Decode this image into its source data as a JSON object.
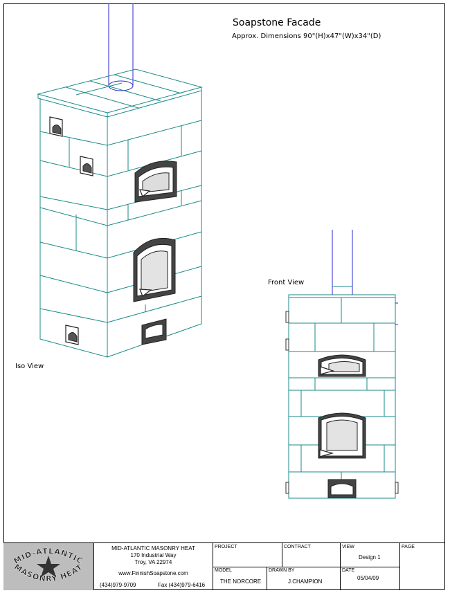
{
  "title": "Soapstone Facade",
  "dimensions": "Approx. Dimensions 90\"(H)x47\"(W)x34\"(D)",
  "views": {
    "iso": "Iso View",
    "front": "Front View"
  },
  "title_block": {
    "company": {
      "logo_text": "MID-ATLANTIC MASONRY HEAT",
      "name": "MID-ATLANTIC MASONRY HEAT",
      "street": "170 Industrial Way",
      "city": "Troy, VA 22974",
      "website": "www.FinnishSoapstone.com",
      "phone": "(434)979-9709",
      "fax": "Fax (434)979-6416"
    },
    "project_label": "PROJECT",
    "contract_label": "CONTRACT",
    "view_label": "VIEW",
    "view_value": "Design 1",
    "page_label": "PAGE",
    "model_label": "MODEL",
    "model_value": "THE NORCORE",
    "drawn_by_label": "DRAWN BY",
    "drawn_by_value": "J.CHAMPION",
    "date_label": "DATE",
    "date_value": "05/04/09"
  },
  "colors": {
    "stone_line": "#1a8a8a",
    "flue": "#2a2ad0",
    "metal": "#333333"
  }
}
